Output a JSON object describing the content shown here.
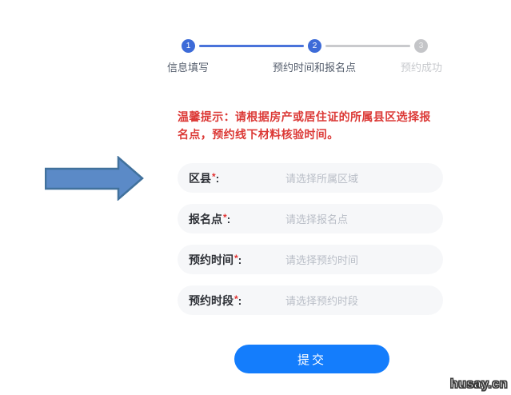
{
  "page": {
    "background": "#ffffff"
  },
  "stepper": {
    "active_color": "#3d6bd8",
    "inactive_color": "#c4c5c8",
    "steps": [
      {
        "number": "1",
        "label": "信息填写",
        "state": "active"
      },
      {
        "number": "2",
        "label": "预约时间和报名点",
        "state": "active"
      },
      {
        "number": "3",
        "label": "预约成功",
        "state": "pending"
      }
    ]
  },
  "notice": {
    "text": "温馨提示：请根据房产或居住证的所属县区选择报名点，预约线下材料核验时间。",
    "color": "#dc3a37"
  },
  "form": {
    "required_mark": "*",
    "colon": ":",
    "fields": [
      {
        "label": "区县",
        "required": true,
        "placeholder": "请选择所属区域"
      },
      {
        "label": "报名点",
        "required": true,
        "placeholder": "请选择报名点"
      },
      {
        "label": "预约时间",
        "required": true,
        "placeholder": "请选择预约时间"
      },
      {
        "label": "预约时段",
        "required": true,
        "placeholder": "请选择预约时段"
      }
    ]
  },
  "submit": {
    "label": "提交",
    "color": "#147dfc"
  },
  "arrow": {
    "fill": "#5b8ac7",
    "stroke": "#41719c"
  },
  "watermark": {
    "text": "husay.cn"
  }
}
